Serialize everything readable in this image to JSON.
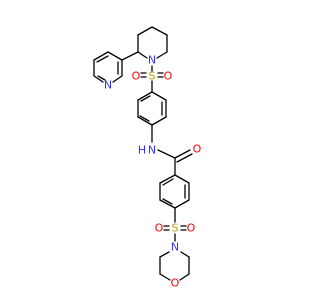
{
  "molecule": {
    "atoms": {
      "n_pyridine": {
        "symbol": "N",
        "color": "#3333ff"
      },
      "n_piperidine": {
        "symbol": "N",
        "color": "#3333ff"
      },
      "s_top": {
        "symbol": "S",
        "color": "#b8a000"
      },
      "o_top_left": {
        "symbol": "O",
        "color": "#ff0000"
      },
      "o_top_right": {
        "symbol": "O",
        "color": "#ff0000"
      },
      "nh_amide": {
        "symbol": "N",
        "color": "#3333ff"
      },
      "h_amide": {
        "symbol": "H",
        "color": "#3333ff"
      },
      "o_carbonyl": {
        "symbol": "O",
        "color": "#ff0000"
      },
      "s_bottom": {
        "symbol": "S",
        "color": "#b8a000"
      },
      "o_bottom_left": {
        "symbol": "O",
        "color": "#ff0000"
      },
      "o_bottom_right": {
        "symbol": "O",
        "color": "#ff0000"
      },
      "n_morpholine": {
        "symbol": "N",
        "color": "#3333ff"
      },
      "o_morpholine": {
        "symbol": "O",
        "color": "#ff0000"
      }
    },
    "bond_color": "#000000"
  }
}
